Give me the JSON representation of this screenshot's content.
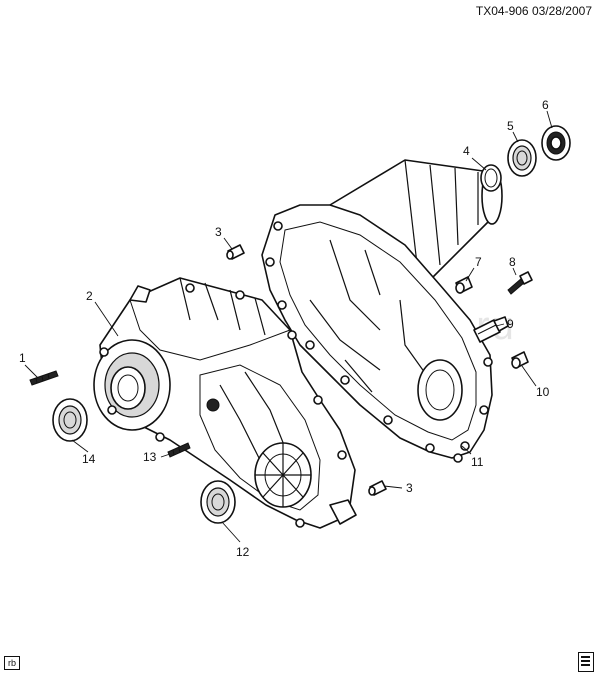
{
  "header": {
    "figure_id": "TX04-906",
    "date": "03/28/2007"
  },
  "footer": {
    "tag": "rb"
  },
  "watermark": "www.gmsikle.ru",
  "callouts": [
    {
      "id": "c1",
      "label": "1"
    },
    {
      "id": "c2",
      "label": "2"
    },
    {
      "id": "c3a",
      "label": "3"
    },
    {
      "id": "c3b",
      "label": "3"
    },
    {
      "id": "c4",
      "label": "4"
    },
    {
      "id": "c5",
      "label": "5"
    },
    {
      "id": "c6",
      "label": "6"
    },
    {
      "id": "c7",
      "label": "7"
    },
    {
      "id": "c8",
      "label": "8"
    },
    {
      "id": "c9",
      "label": "9"
    },
    {
      "id": "c10",
      "label": "10"
    },
    {
      "id": "c11",
      "label": "11"
    },
    {
      "id": "c12",
      "label": "12"
    },
    {
      "id": "c13",
      "label": "13"
    },
    {
      "id": "c14",
      "label": "14"
    }
  ],
  "icons": {
    "manual": "book-icon"
  }
}
